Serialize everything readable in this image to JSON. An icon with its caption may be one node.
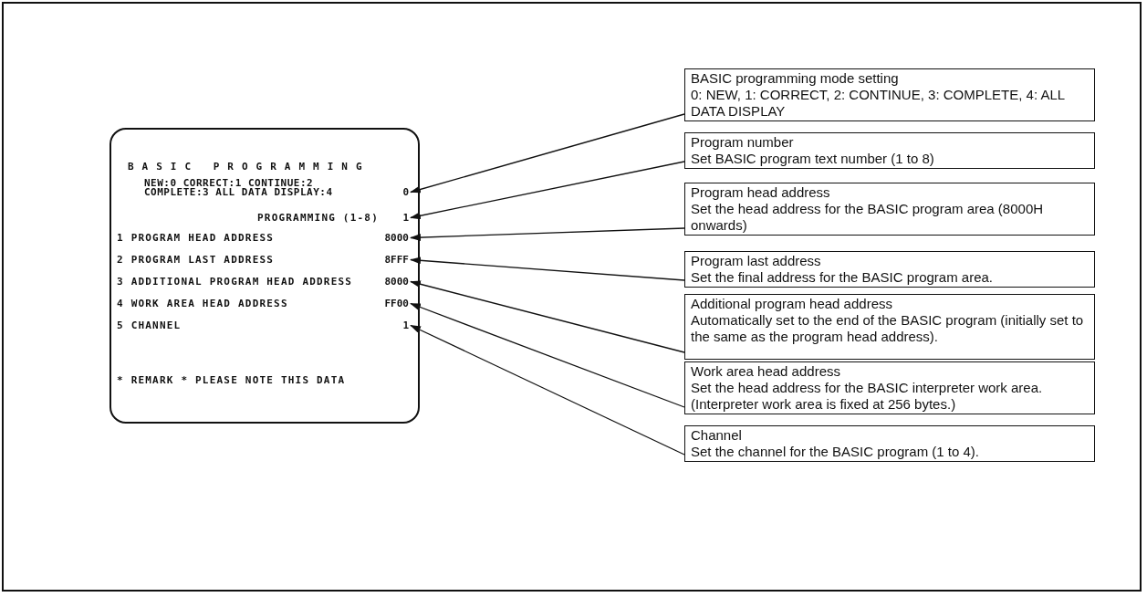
{
  "diagram": {
    "nodes": [
      {
        "text": [
          "BASIC PROGRAMMING",
          "NEW:0 CORRECT:1 CONTINUE:2 COMPLETE:3 ALL DATA DISPLAY:4",
          "PROGRAMMING (1-8)",
          "1 PROGRAM HEAD ADDRESS",
          "2 PROGRAM LAST ADDRESS",
          "3 ADDITIONAL PROGRAM HEAD ADDRESS",
          "4 WORK AREA HEAD ADDRESS",
          "5 CHANNEL",
          "* REMARK * PLEASE NOTE THIS DATA"
        ]
      },
      {
        "text": [
          "0"
        ],
        "in": 0
      },
      {
        "text": [
          "1"
        ],
        "in": 0
      },
      {
        "text": [
          "8000"
        ],
        "in": 0
      },
      {
        "text": [
          "8FFF"
        ],
        "in": 0
      },
      {
        "text": [
          "8000"
        ],
        "in": 0
      },
      {
        "text": [
          "FF00"
        ],
        "in": 0
      },
      {
        "text": [
          "1"
        ],
        "in": 0
      },
      {
        "text": [
          "BASIC programming mode setting",
          "0: NEW, 1: CORRECT, 2: CONTINUE, 3: COMPLETE, 4: ALL DATA DISPLAY"
        ]
      },
      {
        "text": [
          "Program number",
          "Set BASIC program text number (1 to 8)"
        ]
      },
      {
        "text": [
          "Program head address",
          "Set the head address for the BASIC program area (8000H onwards)"
        ]
      },
      {
        "text": [
          "Program last address",
          "Set the final address for the BASIC program area."
        ]
      },
      {
        "text": [
          "Additional program head address",
          "Automatically set to the end of the BASIC program (initially set to the same as the program head address)."
        ]
      },
      {
        "text": [
          "Work area head address",
          "Set the head address for the BASIC interpreter work area. (Interpreter work area is fixed at 256 bytes.)"
        ]
      },
      {
        "text": [
          "Channel",
          "Set the channel for the BASIC program (1 to 4)."
        ]
      }
    ],
    "edges": [
      {
        "from": 8,
        "to": 1,
        "arrow": "to"
      },
      {
        "from": 9,
        "to": 2,
        "arrow": "to"
      },
      {
        "from": 10,
        "to": 3,
        "arrow": "to"
      },
      {
        "from": 11,
        "to": 4,
        "arrow": "to"
      },
      {
        "from": 12,
        "to": 5,
        "arrow": "to"
      },
      {
        "from": 13,
        "to": 6,
        "arrow": "to"
      },
      {
        "from": 14,
        "to": 7,
        "arrow": "to"
      }
    ]
  }
}
